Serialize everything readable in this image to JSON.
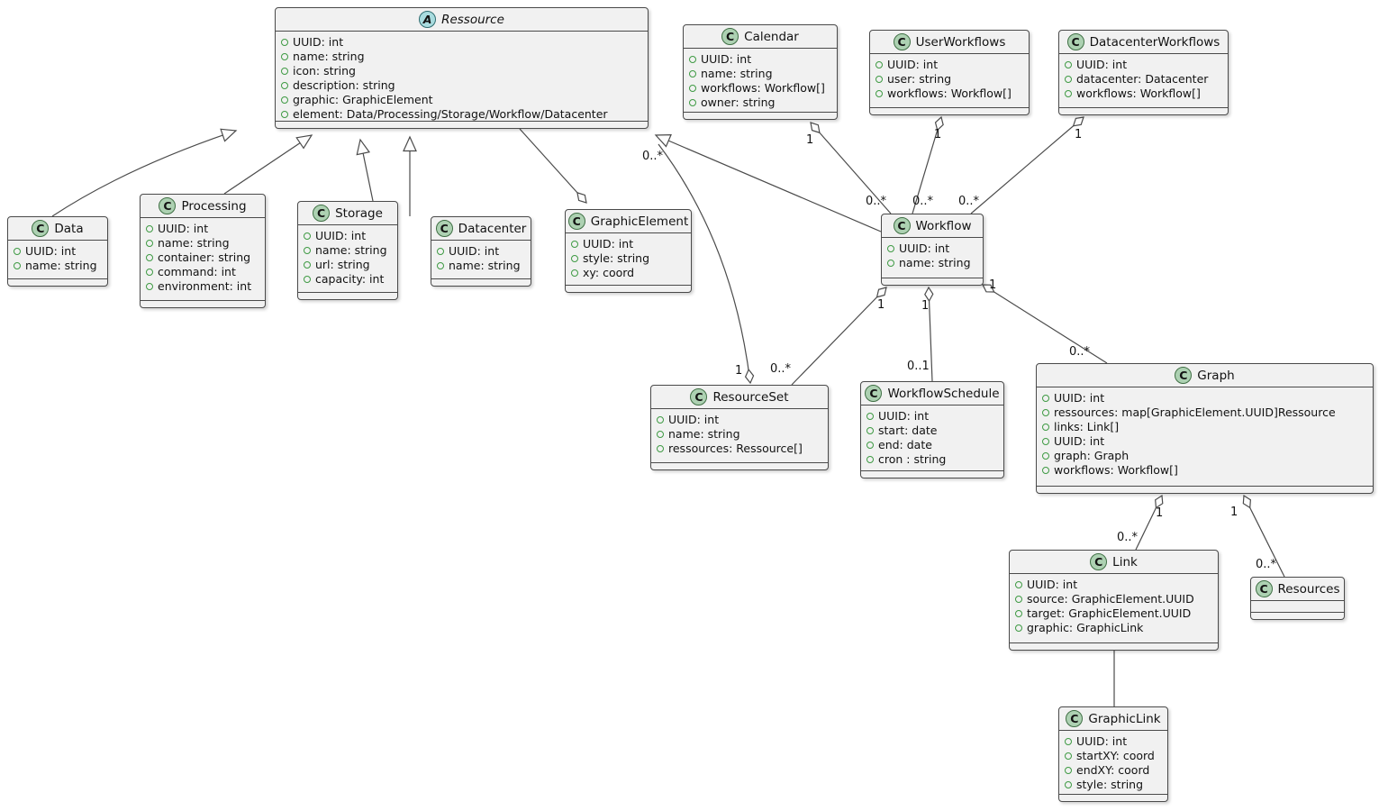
{
  "diagram": {
    "type": "uml-class-diagram",
    "colors": {
      "background": "#FFFFFF",
      "class_fill": "#F1F1F1",
      "border": "#4A4A4A",
      "class_icon_fill": "#ADD1B2",
      "abstract_icon_fill": "#A9DCDF",
      "field_icon_green": "#3E9A43",
      "edge": "#4B4B4B"
    },
    "classes": [
      {
        "id": "Ressource",
        "name": "Ressource",
        "kind": "abstract",
        "icon_letter": "A",
        "attributes": [
          "UUID: int",
          "name: string",
          "icon: string",
          "description: string",
          "graphic: GraphicElement",
          "element: Data/Processing/Storage/Workflow/Datacenter"
        ]
      },
      {
        "id": "Calendar",
        "name": "Calendar",
        "kind": "class",
        "icon_letter": "C",
        "attributes": [
          "UUID: int",
          "name: string",
          "workflows: Workflow[]",
          "owner: string"
        ]
      },
      {
        "id": "UserWorkflows",
        "name": "UserWorkflows",
        "kind": "class",
        "icon_letter": "C",
        "attributes": [
          "UUID: int",
          "user: string",
          "workflows: Workflow[]"
        ]
      },
      {
        "id": "DatacenterWorkflows",
        "name": "DatacenterWorkflows",
        "kind": "class",
        "icon_letter": "C",
        "attributes": [
          "UUID: int",
          "datacenter: Datacenter",
          "workflows: Workflow[]"
        ]
      },
      {
        "id": "Data",
        "name": "Data",
        "kind": "class",
        "icon_letter": "C",
        "attributes": [
          "UUID: int",
          "name: string"
        ]
      },
      {
        "id": "Processing",
        "name": "Processing",
        "kind": "class",
        "icon_letter": "C",
        "attributes": [
          "UUID: int",
          "name: string",
          "container: string",
          "command: int",
          "environment: int"
        ]
      },
      {
        "id": "Storage",
        "name": "Storage",
        "kind": "class",
        "icon_letter": "C",
        "attributes": [
          "UUID: int",
          "name: string",
          "url: string",
          "capacity: int"
        ]
      },
      {
        "id": "Datacenter",
        "name": "Datacenter",
        "kind": "class",
        "icon_letter": "C",
        "attributes": [
          "UUID: int",
          "name: string"
        ]
      },
      {
        "id": "GraphicElement",
        "name": "GraphicElement",
        "kind": "class",
        "icon_letter": "C",
        "attributes": [
          "UUID: int",
          "style: string",
          "xy: coord"
        ]
      },
      {
        "id": "Workflow",
        "name": "Workflow",
        "kind": "class",
        "icon_letter": "C",
        "attributes": [
          "UUID: int",
          "name: string"
        ]
      },
      {
        "id": "ResourceSet",
        "name": "ResourceSet",
        "kind": "class",
        "icon_letter": "C",
        "attributes": [
          "UUID: int",
          "name: string",
          "ressources: Ressource[]"
        ]
      },
      {
        "id": "WorkflowSchedule",
        "name": "WorkflowSchedule",
        "kind": "class",
        "icon_letter": "C",
        "attributes": [
          "UUID: int",
          "start: date",
          "end: date",
          "cron : string"
        ]
      },
      {
        "id": "Graph",
        "name": "Graph",
        "kind": "class",
        "icon_letter": "C",
        "attributes": [
          "UUID: int",
          "ressources: map[GraphicElement.UUID]Ressource",
          "links: Link[]",
          "UUID: int",
          "graph: Graph",
          "workflows: Workflow[]"
        ]
      },
      {
        "id": "Link",
        "name": "Link",
        "kind": "class",
        "icon_letter": "C",
        "attributes": [
          "UUID: int",
          "source: GraphicElement.UUID",
          "target: GraphicElement.UUID",
          "graphic: GraphicLink"
        ]
      },
      {
        "id": "Resources",
        "name": "Resources",
        "kind": "class",
        "icon_letter": "C",
        "attributes": []
      },
      {
        "id": "GraphicLink",
        "name": "GraphicLink",
        "kind": "class",
        "icon_letter": "C",
        "attributes": [
          "UUID: int",
          "startXY: coord",
          "endXY: coord",
          "style: string"
        ]
      }
    ],
    "relationships": [
      {
        "from": "Data",
        "to": "Ressource",
        "type": "generalization"
      },
      {
        "from": "Processing",
        "to": "Ressource",
        "type": "generalization"
      },
      {
        "from": "Storage",
        "to": "Ressource",
        "type": "generalization"
      },
      {
        "from": "Datacenter",
        "to": "Ressource",
        "type": "generalization"
      },
      {
        "from": "Ressource",
        "to": "GraphicElement",
        "type": "aggregation"
      },
      {
        "from": "Workflow",
        "to": "Ressource",
        "type": "generalization"
      },
      {
        "from": "Ressource",
        "to": "ResourceSet",
        "type": "aggregation",
        "whole_label": "1",
        "part_label": "0..*"
      },
      {
        "from": "Workflow",
        "to": "Calendar",
        "type": "aggregation",
        "whole_label": "1",
        "part_label": "0..*"
      },
      {
        "from": "Workflow",
        "to": "UserWorkflows",
        "type": "aggregation",
        "whole_label": "1",
        "part_label": "0..*"
      },
      {
        "from": "Workflow",
        "to": "DatacenterWorkflows",
        "type": "aggregation",
        "whole_label": "1",
        "part_label": "0..*"
      },
      {
        "from": "ResourceSet",
        "to": "Workflow",
        "type": "aggregation",
        "whole_label": "1",
        "part_label": "0..*"
      },
      {
        "from": "WorkflowSchedule",
        "to": "Workflow",
        "type": "aggregation",
        "whole_label": "1",
        "part_label": "0..1"
      },
      {
        "from": "Graph",
        "to": "Workflow",
        "type": "aggregation",
        "whole_label": "1",
        "part_label": "0..*"
      },
      {
        "from": "Link",
        "to": "Graph",
        "type": "aggregation",
        "whole_label": "1",
        "part_label": "0..*"
      },
      {
        "from": "Resources",
        "to": "Graph",
        "type": "aggregation",
        "whole_label": "1",
        "part_label": "0..*"
      },
      {
        "from": "Link",
        "to": "GraphicLink",
        "type": "association"
      }
    ]
  }
}
